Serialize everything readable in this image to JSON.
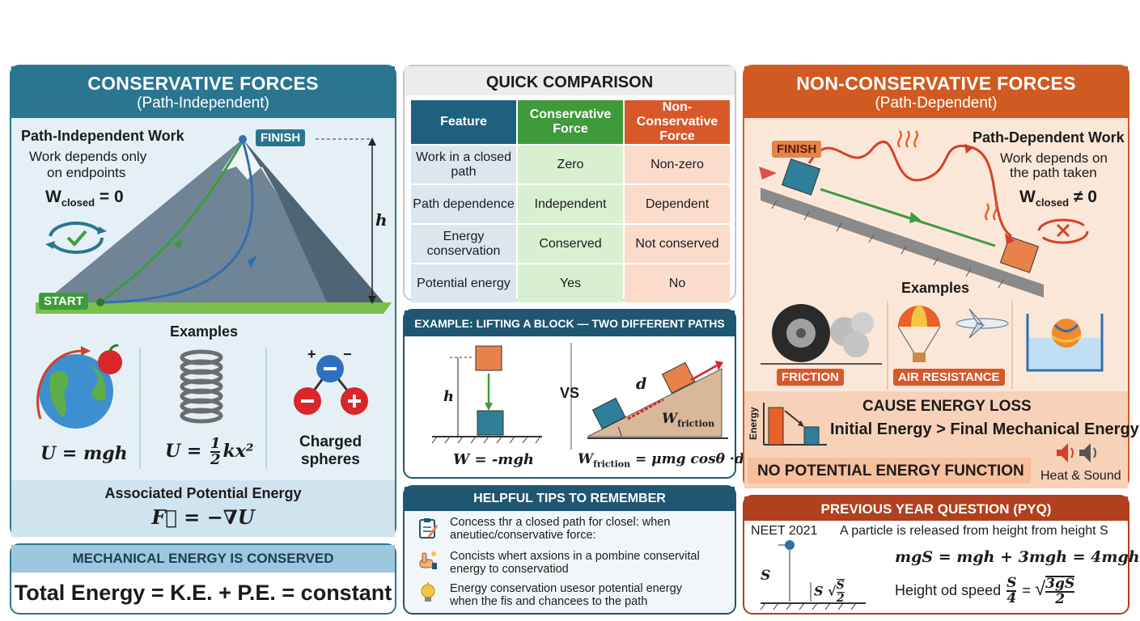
{
  "conservative": {
    "title": "CONSERVATIVE FORCES",
    "subtitle": "(Path-Independent)",
    "path_work_title": "Path-Independent Work",
    "path_work_desc_1": "Work depends only",
    "path_work_desc_2": "on endpoints",
    "w_closed": "W",
    "w_closed_sub": "closed",
    "w_closed_eq": "= 0",
    "finish": "FINISH",
    "start": "START",
    "height": "h",
    "examples_title": "Examples",
    "ex1_formula": "U = mgh",
    "ex2_formula_left": "U =",
    "ex2_num": "1",
    "ex2_den": "2",
    "ex2_right": "kx²",
    "ex3_label_1": "Charged",
    "ex3_label_2": "spheres",
    "associated_title": "Associated Potential Energy",
    "associated_formula": "F⃗ = −∇U",
    "charge_plus": "+",
    "charge_minus": "−"
  },
  "mechanical": {
    "title": "MECHANICAL ENERGY IS CONSERVED",
    "formula": "Total Energy = K.E. + P.E. = constant"
  },
  "comparison": {
    "title": "QUICK COMPARISON",
    "headers": [
      "Feature",
      "Conservative Force",
      "Non-Conservative Force"
    ],
    "rows": [
      [
        "Work in a closed path",
        "Zero",
        "Non-zero"
      ],
      [
        "Path dependence",
        "Independent",
        "Dependent"
      ],
      [
        "Energy conservation",
        "Conserved",
        "Not conserved"
      ],
      [
        "Potential energy",
        "Yes",
        "No"
      ]
    ],
    "colors": {
      "feature": "#1f5f80",
      "conservative": "#3f9a3c",
      "nonconservative": "#d8582a"
    }
  },
  "example": {
    "title": "EXAMPLE: LIFTING A BLOCK — TWO DIFFERENT PATHS",
    "h": "h",
    "vs": "VS",
    "d": "d",
    "w_friction": "W",
    "w_friction_sub": "friction",
    "formula_left": "W = -mgh",
    "formula_right_w": "W",
    "formula_right_sub": "friction",
    "formula_right_rest": " = μmg cosθ ·d"
  },
  "tips": {
    "title": "HELPFUL TIPS TO REMEMBER",
    "items": [
      {
        "line1": "Concess thr a closed path for closel: when",
        "line2": "aneutiec/conservative force:",
        "icon": "clipboard-icon"
      },
      {
        "line1": "Concists whert axsions in a pombine conservital",
        "line2": "energy to conservatiod",
        "icon": "hand-icon"
      },
      {
        "line1": "Energy conservation usesor potential energy",
        "line2": "when the fis and chancees to the path",
        "icon": "lightbulb-icon"
      }
    ]
  },
  "nonconservative": {
    "title": "NON-CONSERVATIVE FORCES",
    "subtitle": "(Path-Dependent)",
    "finish": "FINISH",
    "path_work_title": "Path-Dependent Work",
    "path_work_desc_1": "Work depends on",
    "path_work_desc_2": "the path taken",
    "w_closed": "W",
    "w_closed_sub": "closed",
    "w_closed_eq": "≠ 0",
    "examples_title": "Examples",
    "ex1_label": "FRICTION",
    "ex2_label": "AIR RESISTANCE",
    "cause_title": "CAUSE ENERGY LOSS",
    "energy_axis": "Energy",
    "energy_compare": "Initial Energy > Final Mechanical Energy",
    "no_pe": "NO POTENTIAL ENERGY FUNCTION",
    "heat_sound": "Heat & Sound"
  },
  "pyq": {
    "title": "PREVIOUS YEAR QUESTION (PYQ)",
    "exam": "NEET 2021",
    "question": "A particle is released from height from height S",
    "s_label": "S",
    "s_small": "S",
    "sqrt_num": "S",
    "sqrt_den": "2",
    "eq1": "mgS = mgh + 3mgh = 4mgh",
    "eq2_text": "Height od speed",
    "frac_num": "S",
    "frac_den": "4",
    "eq2_eq": "=",
    "sqrt2_num": "3gS",
    "sqrt2_den": "2"
  }
}
